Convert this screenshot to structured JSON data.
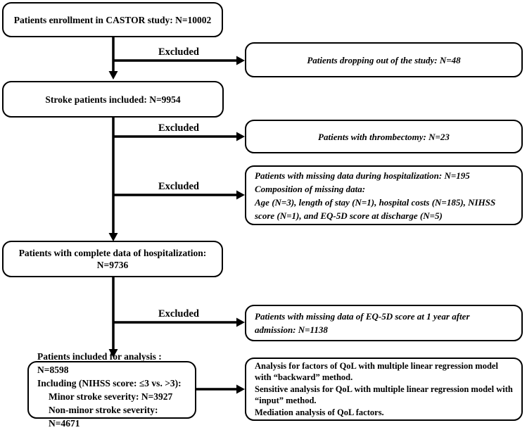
{
  "labels": {
    "excluded": "Excluded"
  },
  "nodes": {
    "enrollment": {
      "text": "Patients enrollment in CASTOR study: N=10002"
    },
    "stroke_included": {
      "text": "Stroke patients included: N=9954"
    },
    "complete_data": {
      "text": "Patients with complete data of hospitalization: N=9736"
    },
    "analysis_included": {
      "lines": [
        "Patients included for analysis : N=8598",
        "Including (NIHSS score: ≤3 vs. >3):",
        "Minor stroke severity: N=3927",
        "Non-minor stroke severity: N=4671"
      ]
    },
    "dropout": {
      "text": "Patients dropping out of the study: N=48"
    },
    "thrombectomy": {
      "text": "Patients with thrombectomy: N=23"
    },
    "missing_hospitalization": {
      "lines": [
        "Patients with missing data during hospitalization: N=195",
        "Composition of missing data:",
        "Age (N=3), length of stay (N=1), hospital costs (N=185), NIHSS score (N=1), and EQ-5D score at discharge (N=5)"
      ]
    },
    "missing_eq5d": {
      "text": "Patients with missing data of EQ-5D score at 1 year after admission: N=1138"
    },
    "analysis_methods": {
      "lines": [
        "Analysis for factors of QoL with multiple linear regression model with “backward” method.",
        "Sensitive analysis for QoL with multiple linear regression model with “input” method.",
        "Mediation analysis of QoL factors."
      ]
    }
  },
  "colors": {
    "line": "#000000",
    "box_border": "#000000",
    "background": "#ffffff",
    "text": "#000000"
  }
}
